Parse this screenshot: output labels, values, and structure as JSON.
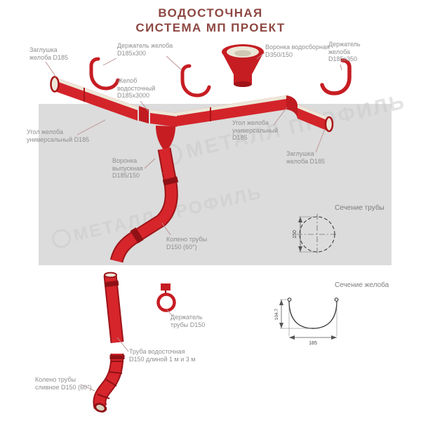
{
  "title": {
    "lines": [
      "ВОДОСТОЧНАЯ",
      "СИСТЕМА МП ПРОЕКТ"
    ]
  },
  "watermark": {
    "text": "МЕТАЛЛ ПРОФИЛЬ"
  },
  "colors": {
    "red": "#d3242a",
    "red_dark": "#9d1419",
    "cream": "#ece7d8",
    "panel_gray": "#dcdcdc",
    "title_color": "#8e4742",
    "label_gray": "#8f8f8f"
  },
  "labels": {
    "cap_left": {
      "lines": [
        "Заглушка",
        "желоба D185"
      ]
    },
    "holder_300": {
      "lines": [
        "Держатель желоба",
        "D185х300"
      ]
    },
    "funnel_collect": {
      "lines": [
        "Воронка водосборная",
        "D350/150"
      ]
    },
    "holder_350": {
      "lines": [
        "Держатель",
        "желоба",
        "D185х350"
      ]
    },
    "gutter_straight": {
      "lines": [
        "Желоб",
        "водосточный",
        "D185х3000"
      ]
    },
    "corner_left": {
      "lines": [
        "Угол желоба",
        "универсальный D185"
      ]
    },
    "corner_right": {
      "lines": [
        "Угол желоба",
        "универсальный",
        "D185"
      ]
    },
    "cap_right": {
      "lines": [
        "Заглушка",
        "желоба D185"
      ]
    },
    "funnel_outlet": {
      "lines": [
        "Воронка",
        "выпускная",
        "D185/150"
      ]
    },
    "elbow": {
      "lines": [
        "Колено трубы",
        "D150 (60°)"
      ]
    },
    "pipe_holder": {
      "lines": [
        "Держатель",
        "трубы D150"
      ]
    },
    "pipe_main": {
      "lines": [
        "Труба водосточная",
        "D150 длиной 1 м и 3 м"
      ]
    },
    "elbow_drain": {
      "lines": [
        "Колено трубы",
        "сливное D150 (60°)"
      ]
    }
  },
  "sections": {
    "pipe": {
      "title": "Сечение трубы",
      "dim_diameter": "150"
    },
    "gutter": {
      "title": "Сечение желоба",
      "dim_height": "104.7",
      "dim_width": "185"
    }
  }
}
